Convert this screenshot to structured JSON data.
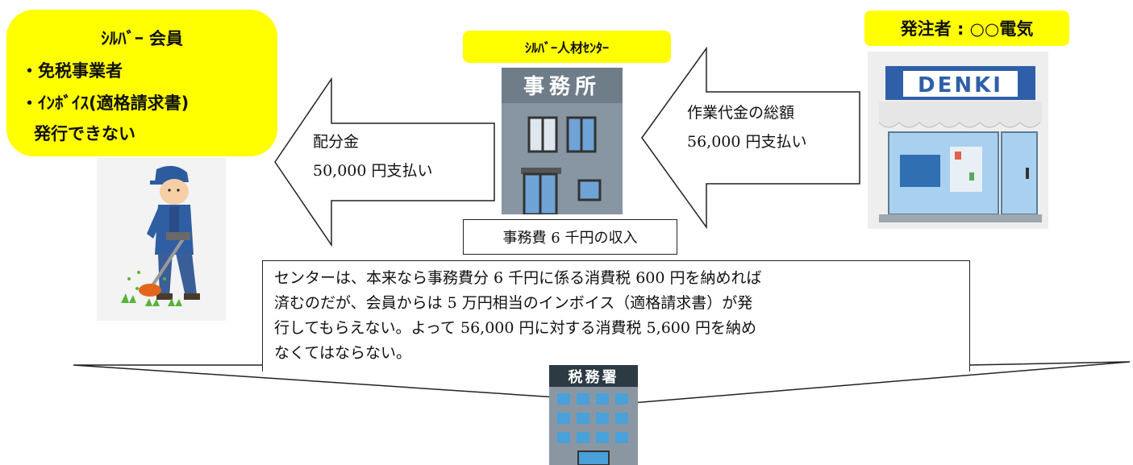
{
  "member": {
    "title": "ｼﾙﾊﾞｰ 会員",
    "line1": "・免税事業者",
    "line2": "・ｲﾝﾎﾞｲｽ(適格請求書)",
    "line3": "発行できない"
  },
  "center": {
    "label": "ｼﾙﾊﾞｰ人材ｾﾝﾀｰ",
    "sign": "事務所",
    "expense_income": "事務費 6 千円の収入"
  },
  "orderer": {
    "label": "発注者 : ○○電気",
    "sign": "DENKI"
  },
  "arrow_left": {
    "line1": "配分金",
    "line2": "50,000 円支払い"
  },
  "arrow_right": {
    "line1": "作業代金の総額",
    "line2": "56,000 円支払い"
  },
  "note": {
    "line1": "センターは、本来なら事務費分 6 千円に係る消費税 600 円を納めれば",
    "line2": "済むのだが、会員からは 5 万円相当のインボイス（適格請求書）が発",
    "line3": "行してもらえない。よって 56,000 円に対する消費税 5,600 円を納め",
    "line4": "なくてはならない。"
  },
  "tax_office": {
    "label": "税務署"
  },
  "colors": {
    "highlight": "#ffff00",
    "building": "#7a8894",
    "store_sign": "#2f5fa8"
  },
  "icons": [
    "worker-illustration",
    "office-building-icon",
    "electric-store-icon",
    "tax-office-building-icon"
  ]
}
